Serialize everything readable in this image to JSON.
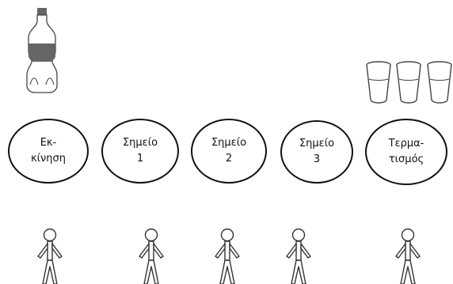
{
  "bottle": {
    "icon": "water-bottle-icon"
  },
  "cups": {
    "icon": "cups-icon",
    "count": 3
  },
  "stations": [
    {
      "id": "start",
      "line1": "Εκ-",
      "line2": "κίνηση"
    },
    {
      "id": "p1",
      "line1": "Σημείο",
      "line2": "1"
    },
    {
      "id": "p2",
      "line1": "Σημείο",
      "line2": "2"
    },
    {
      "id": "p3",
      "line1": "Σημείο",
      "line2": "3"
    },
    {
      "id": "finish",
      "line1": "Τερμα-",
      "line2": "τισμός"
    }
  ],
  "people": {
    "icon": "stick-figure-icon",
    "count": 5
  }
}
